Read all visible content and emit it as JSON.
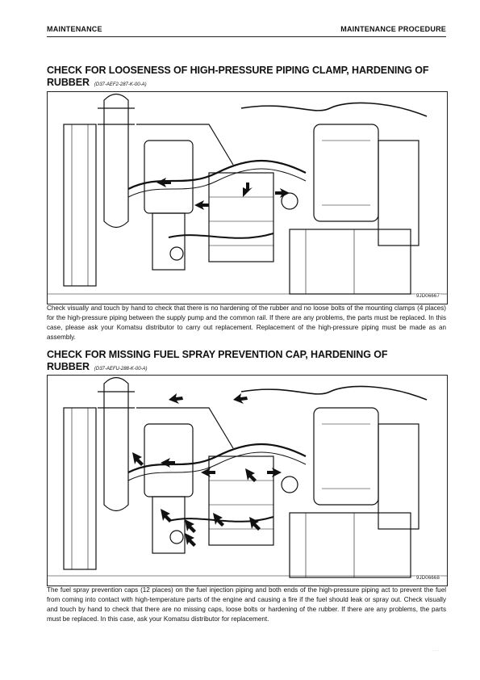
{
  "header": {
    "left": "MAINTENANCE",
    "right": "MAINTENANCE PROCEDURE"
  },
  "sections": [
    {
      "title": "CHECK FOR LOOSENESS OF HIGH-PRESSURE PIPING CLAMP, HARDENING OF RUBBER",
      "code": "(D37-AEF2-287-K-00-A)",
      "figure_id": "9JD06667",
      "body": "Check visually and touch by hand to check that there is no hardening of the rubber and no loose bolts of the mounting clamps (4 places) for the high-pressure piping between the supply pump and the common rail. If there are any problems, the parts must be replaced. In this case, please ask your Komatsu distributor to carry out replacement. Replacement of the high-pressure piping must be made as an assembly."
    },
    {
      "title": "CHECK FOR MISSING FUEL SPRAY PREVENTION CAP, HARDENING OF RUBBER",
      "code": "(D37-AEFU-288-K-00-A)",
      "figure_id": "9JD06668",
      "body": "The fuel spray prevention caps (12 places) on the fuel injection piping and both ends of the high-pressure piping act to prevent the fuel from coming into contact with high-temperature parts of the engine and causing a fire if the fuel should leak or spray out. Check visually and touch by hand to check that there are no missing caps, loose bolts or hardening of the rubber. If there are any problems, the parts must be replaced. In this case, ask your Komatsu distributor for replacement."
    }
  ]
}
